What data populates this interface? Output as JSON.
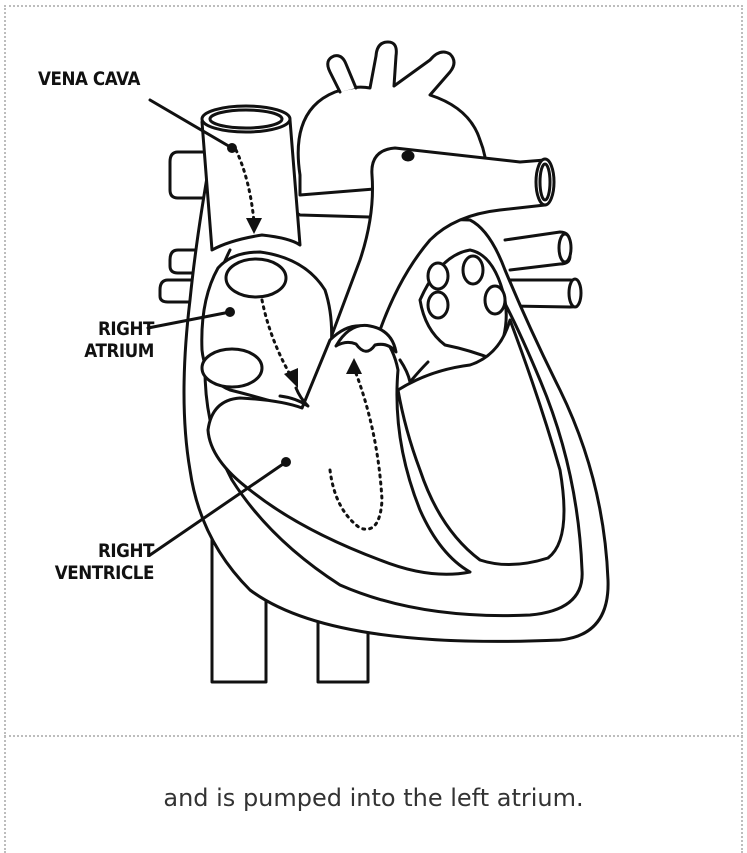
{
  "labels": {
    "vena_cava": "VENA CAVA",
    "right_atrium": "RIGHT\nATRIUM",
    "right_ventricle": "RIGHT\nVENTRICLE"
  },
  "caption": "and is pumped into the left atrium.",
  "colors": {
    "stroke": "#111111",
    "border": "#bdbdbd",
    "caption": "#333333"
  }
}
